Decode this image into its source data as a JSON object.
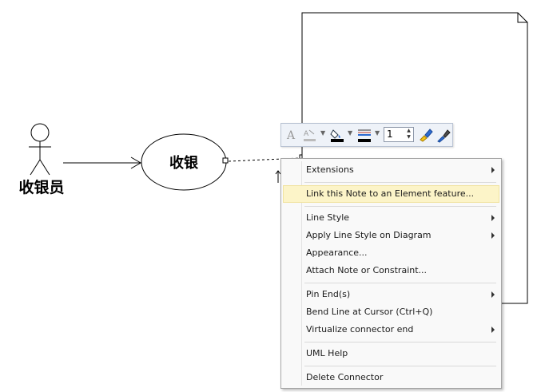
{
  "actor": {
    "label": "收银员"
  },
  "use_case": {
    "label": "收银"
  },
  "toolbar": {
    "line_width": "1",
    "buttons": [
      {
        "name": "font-icon"
      },
      {
        "name": "font-color-icon"
      },
      {
        "name": "fill-color-icon"
      },
      {
        "name": "line-color-icon"
      },
      {
        "name": "get-style-icon"
      },
      {
        "name": "apply-style-icon"
      }
    ]
  },
  "menu": {
    "items": [
      {
        "label": "Extensions",
        "submenu": true
      },
      {
        "label": "Link this Note to an Element feature...",
        "submenu": false,
        "highlighted": true
      },
      {
        "label": "Line Style",
        "submenu": true
      },
      {
        "label": "Apply Line Style on Diagram",
        "submenu": true
      },
      {
        "label": "Appearance...",
        "submenu": false
      },
      {
        "label": "Attach Note or Constraint...",
        "submenu": false
      },
      {
        "label": "Pin End(s)",
        "submenu": true
      },
      {
        "label": "Bend Line at Cursor (Ctrl+Q)",
        "submenu": false
      },
      {
        "label": "Virtualize connector end",
        "submenu": true
      },
      {
        "label": "UML Help",
        "submenu": false
      },
      {
        "label": "Delete Connector",
        "submenu": false
      }
    ]
  },
  "colors": {
    "menu_bg": "#f9f9f9",
    "highlight": "#fcf4c8",
    "toolbar_bg": "#eef2f8"
  }
}
